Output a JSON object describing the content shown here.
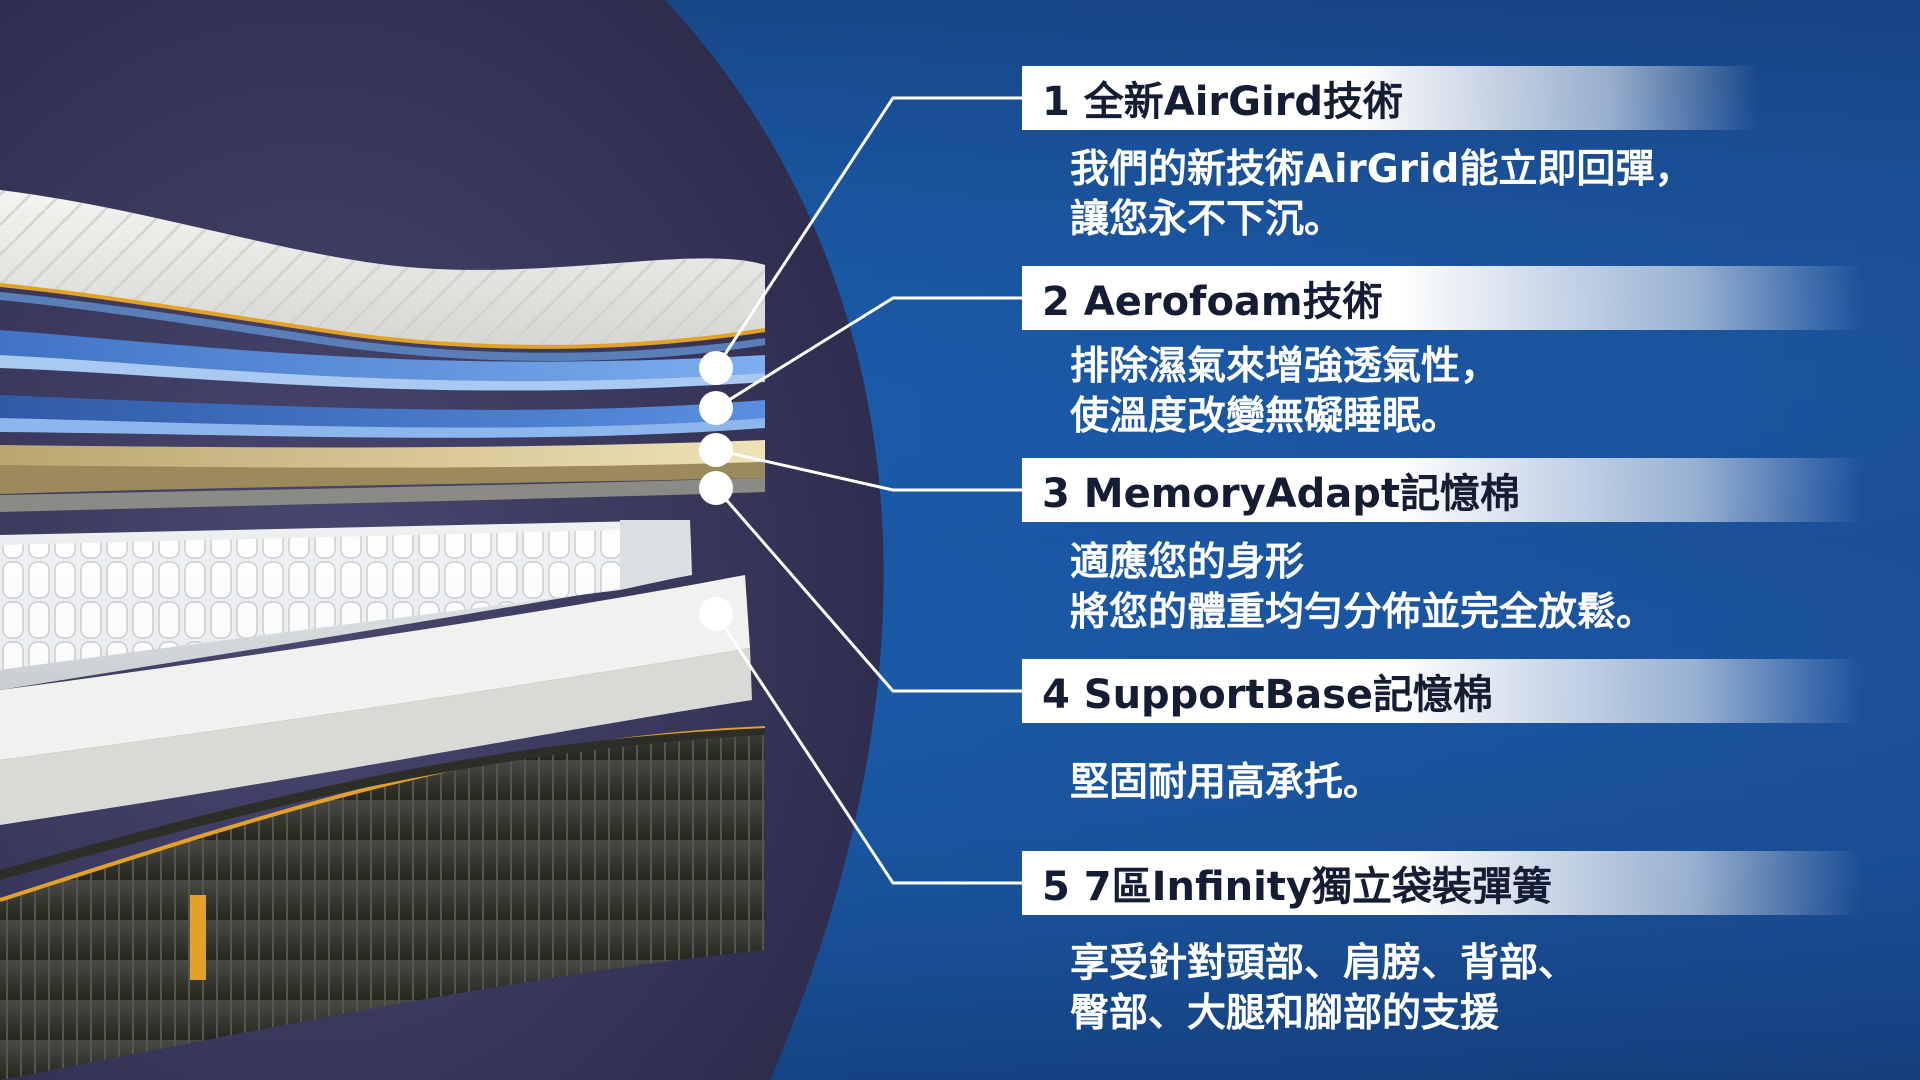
{
  "layers": [
    {
      "label": "1 全新AirGird技術",
      "desc": [
        "我們的新技術AirGrid能立即回彈，",
        "讓您永不下沉。"
      ]
    },
    {
      "label": "2 Aerofoam技術",
      "desc": [
        "排除濕氣來增強透氣性，",
        "使溫度改變無礙睡眠。"
      ]
    },
    {
      "label": "3 MemoryAdapt記憶棉",
      "desc": [
        "適應您的身形",
        "將您的體重均勻分佈並完全放鬆。"
      ]
    },
    {
      "label": "4 SupportBase記憶棉",
      "desc": [
        "堅固耐用高承托。"
      ]
    },
    {
      "label": "5 7區Infinity獨立袋裝彈簧",
      "desc": [
        "享受針對頭部、肩膀、背部、",
        "臀部、大腿和腳部的支援"
      ]
    }
  ],
  "colors": {
    "background_left": "#3e3c62",
    "background_right": "#1b63b4",
    "accent_trim": "#e3a127",
    "foam_blue": "#4f88d8",
    "memory_foam": "#d8c690",
    "base_dark": "#3a3a36"
  }
}
